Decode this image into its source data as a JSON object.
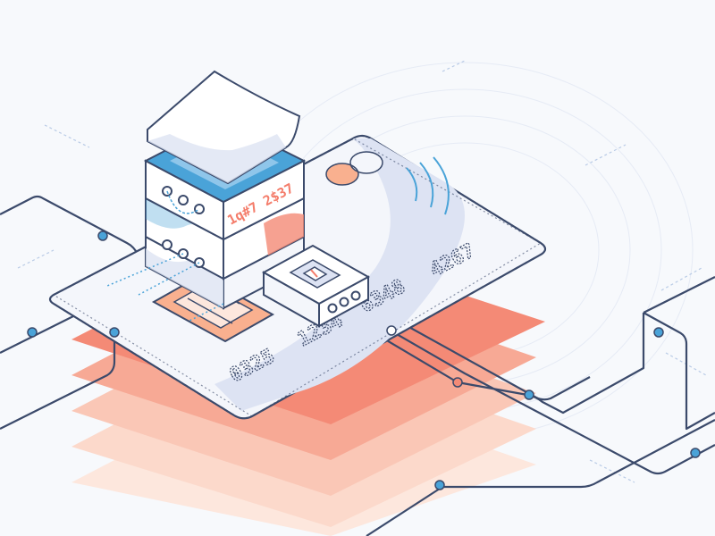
{
  "card": {
    "number_group_1": "0325",
    "number_group_2": "1234",
    "number_group_3": "6348",
    "number_group_4": "4267"
  },
  "server": {
    "code_text": "1q#7 2$37"
  },
  "colors": {
    "background": "#f7f9fc",
    "outline": "#3b4a6b",
    "accent_coral": "#f47c6a",
    "accent_peach": "#fbd6c8",
    "accent_blue": "#4aa3d8",
    "card_fill": "#f4f6fb",
    "swoosh": "#dde3f3"
  },
  "icons": {
    "chip": "chip-icon",
    "mastercard": "mastercard-logo-icon",
    "node": "network-node-icon"
  }
}
